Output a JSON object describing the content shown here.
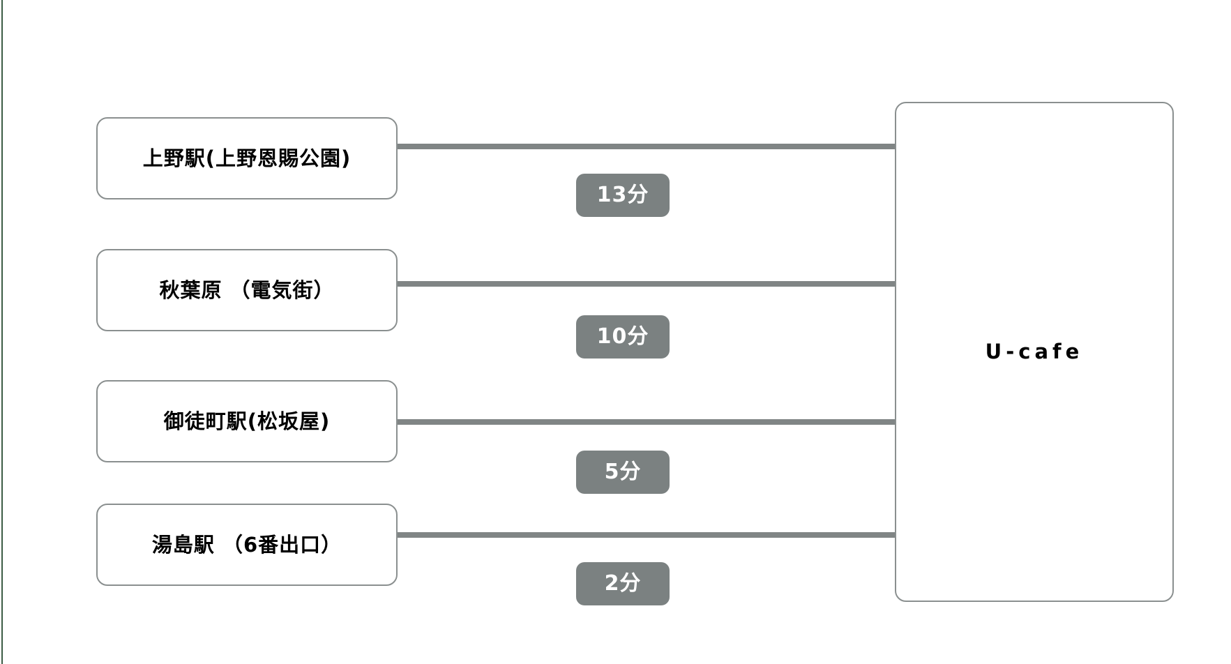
{
  "diagram": {
    "type": "access-map",
    "colors": {
      "box_border": "#8a8f8f",
      "connector": "#808585",
      "badge_background": "#7b8181",
      "badge_text": "#ffffff",
      "label_text": "#000000",
      "left_accent": "#3c5c45",
      "background": "#ffffff"
    },
    "destination": {
      "label": "U-cafe"
    },
    "routes": [
      {
        "station": "上野駅(上野恩賜公園)",
        "duration": "13分"
      },
      {
        "station": "秋葉原 （電気街）",
        "duration": "10分"
      },
      {
        "station": "御徒町駅(松坂屋)",
        "duration": "5分"
      },
      {
        "station": "湯島駅 （6番出口）",
        "duration": "2分"
      }
    ]
  }
}
